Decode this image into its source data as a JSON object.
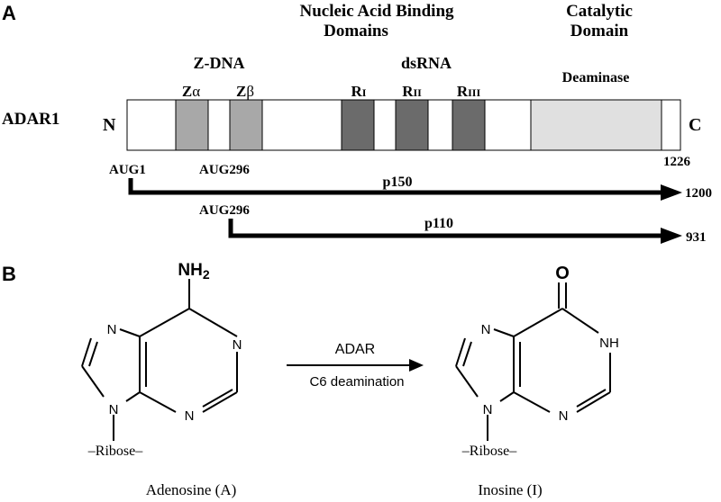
{
  "panel_a": {
    "label": "A",
    "header_nucleic_line1": "Nucleic Acid Binding",
    "header_nucleic_line2": "Domains",
    "header_catalytic_line1": "Catalytic",
    "header_catalytic_line2": "Domain",
    "zdna_label": "Z-DNA",
    "dsrna_label": "dsRNA",
    "deaminase_label": "Deaminase",
    "protein_name": "ADAR1",
    "n_terminus": "N",
    "c_terminus": "C",
    "z_alpha": {
      "letter": "Z",
      "greek": "α"
    },
    "z_beta": {
      "letter": "Z",
      "greek": "β"
    },
    "r1": {
      "letter": "R",
      "roman": "I"
    },
    "r2": {
      "letter": "R",
      "roman": "II"
    },
    "r3": {
      "letter": "R",
      "roman": "III"
    },
    "aug1": "AUG1",
    "aug296_top": "AUG296",
    "aug296_lower": "AUG296",
    "end_1226": "1226",
    "p150": {
      "label": "p150",
      "length": "1200"
    },
    "p110": {
      "label": "p110",
      "length": "931"
    },
    "colors": {
      "z_domain": "#a8a8a8",
      "r_domain": "#6b6b6b",
      "deaminase": "#e0e0e0",
      "outline": "#000000"
    }
  },
  "panel_b": {
    "label": "B",
    "adenosine": {
      "nh2": "NH",
      "nh2_sub": "2",
      "n_top": "N",
      "n_right": "N",
      "n_bottom": "N",
      "n9": "N",
      "ribose": "–Ribose–",
      "name": "Adenosine (A)"
    },
    "inosine": {
      "o": "O",
      "nh": "NH",
      "n_top": "N",
      "n_bottom": "N",
      "n9": "N",
      "ribose": "–Ribose–",
      "name": "Inosine (I)"
    },
    "reaction": {
      "enzyme": "ADAR",
      "process": "C6 deamination"
    }
  }
}
